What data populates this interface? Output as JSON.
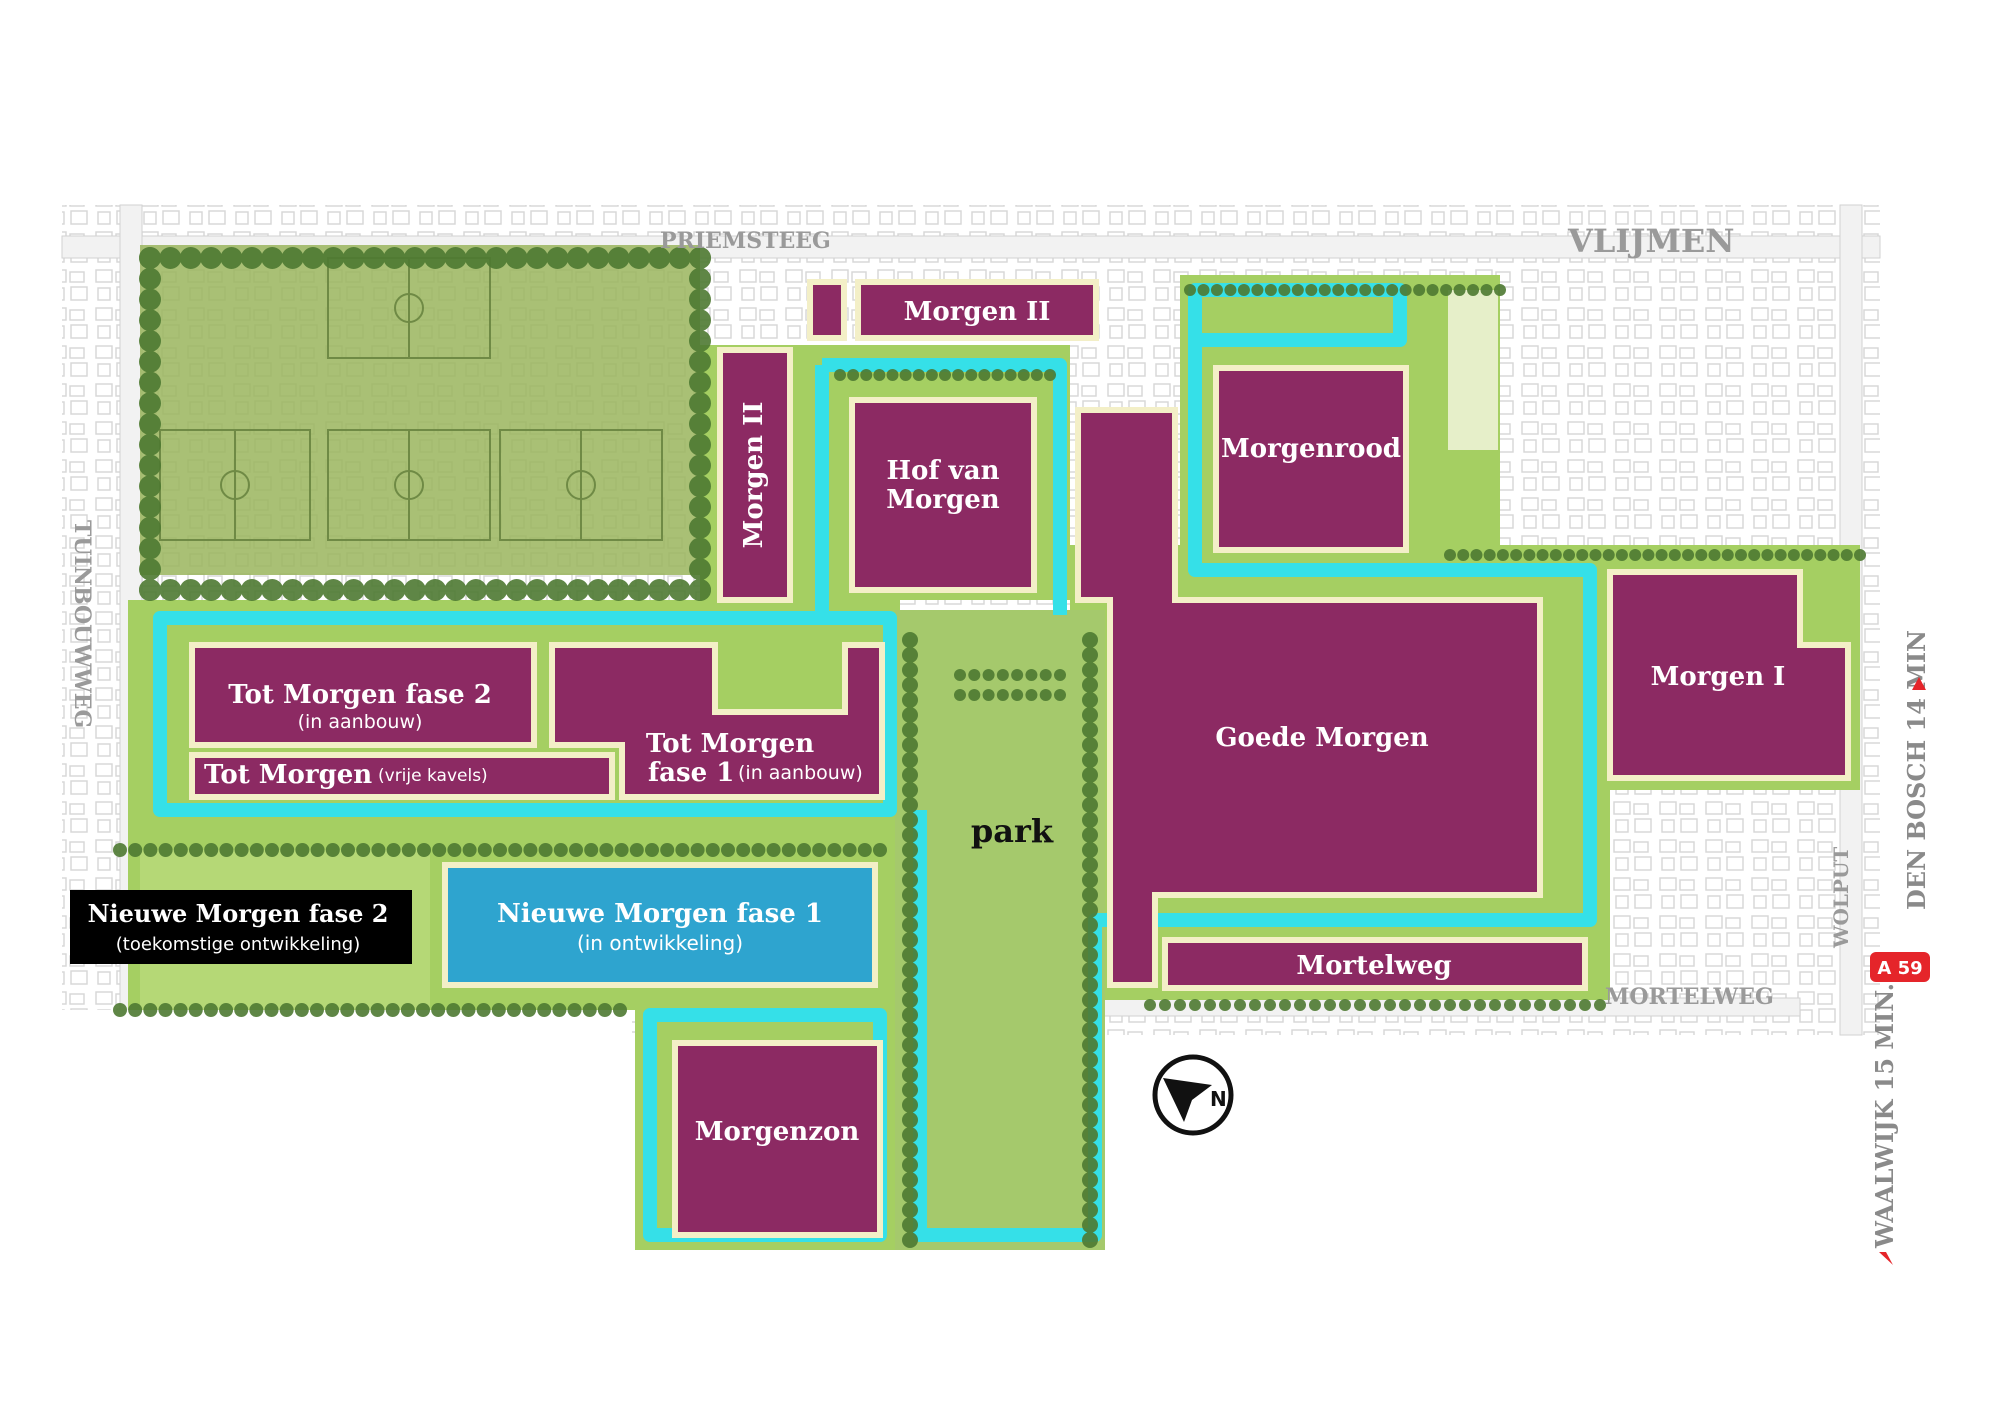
{
  "map": {
    "town": "VLIJMEN",
    "roads": {
      "priemsteeg": "PRIEMSTEEG",
      "tuinbouwweg": "TUINBOUWWEG",
      "mortelweg": "MORTELWEG",
      "wolput": "WOLPUT"
    },
    "districts": {
      "morgen2_top": "Morgen II",
      "morgen2_vertical": "Morgen II",
      "hof_line1": "Hof van",
      "hof_line2": "Morgen",
      "morgenrood": "Morgenrood",
      "morgen1": "Morgen I",
      "goede_morgen": "Goede Morgen",
      "mortelweg_block": "Mortelweg",
      "tot_morgen_fase2": "Tot Morgen fase 2",
      "tot_morgen_fase2_note": "(in aanbouw)",
      "tot_morgen": "Tot Morgen",
      "tot_morgen_note": "(vrije kavels)",
      "tot_morgen_fase1_line1": "Tot Morgen",
      "tot_morgen_fase1_line2": "fase 1",
      "tot_morgen_fase1_note": "(in aanbouw)",
      "nieuwe_morgen_fase1": "Nieuwe Morgen fase 1",
      "nieuwe_morgen_fase1_note": "(in ontwikkeling)",
      "nieuwe_morgen_fase2": "Nieuwe Morgen fase 2",
      "nieuwe_morgen_fase2_note": "(toekomstige ontwikkeling)",
      "morgenzon": "Morgenzon",
      "park": "park"
    },
    "directions": {
      "den_bosch": "DEN BOSCH 14 MIN",
      "waalwijk": "WAALWIJK 15 MIN.",
      "highway": "A 59"
    },
    "compass": "N",
    "colors": {
      "plot": "#8c2a63",
      "water": "#35e0e8",
      "green": "#9cc75a",
      "tree": "#3f6f2a",
      "planned": "#2ea4cf",
      "highway": "#e5252a"
    }
  }
}
